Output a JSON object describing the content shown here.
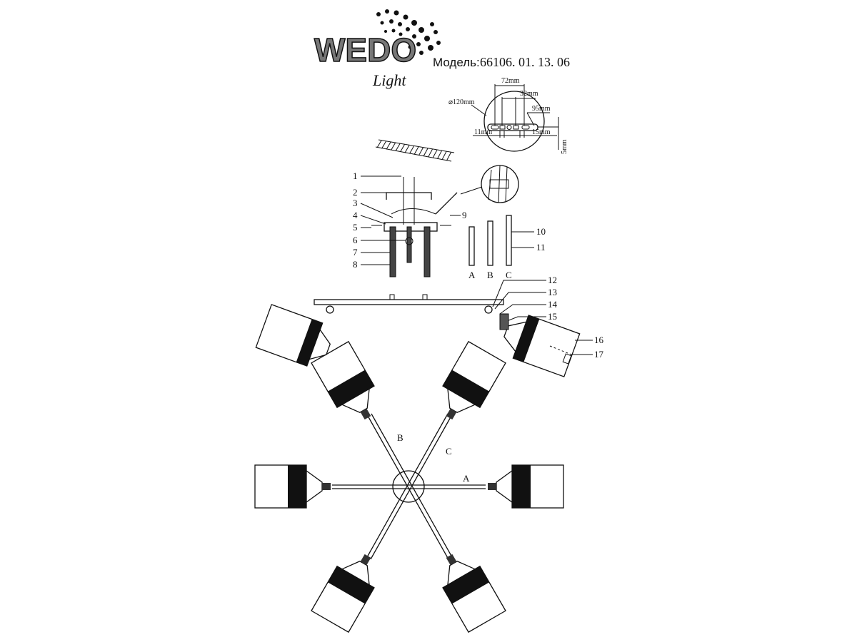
{
  "header": {
    "logo_text": "WEDO",
    "logo_subtext": "Light",
    "model_label": "Модель:",
    "model_number": "66106. 01. 13. 06"
  },
  "mount_detail": {
    "diameter": "⌀120mm",
    "dim_72": "72mm",
    "dim_32": "32mm",
    "dim_95": "95mm",
    "dim_11": "11mm",
    "dim_15": "15mm",
    "dim_5": "5mm"
  },
  "part_numbers": [
    "1",
    "2",
    "3",
    "4",
    "5",
    "6",
    "7",
    "8",
    "9",
    "10",
    "11",
    "12",
    "13",
    "14",
    "15",
    "16",
    "17"
  ],
  "rod_labels": {
    "a": "A",
    "b": "B",
    "c": "C"
  }
}
